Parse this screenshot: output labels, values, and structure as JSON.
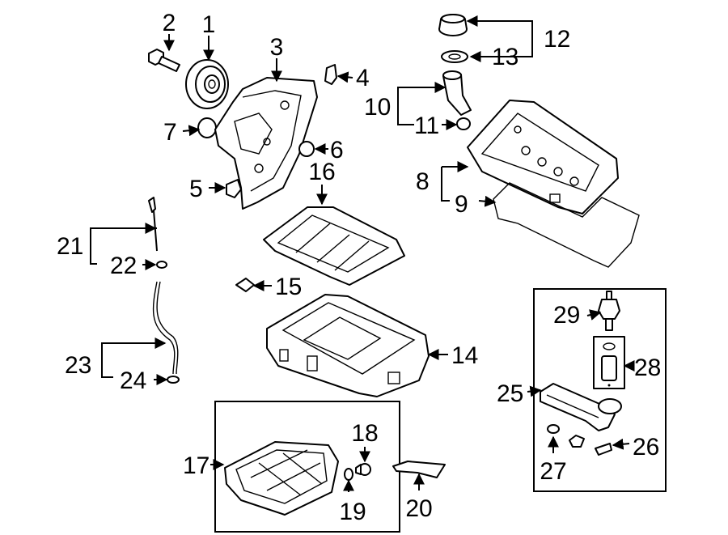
{
  "labels": {
    "l1": "1",
    "l2": "2",
    "l3": "3",
    "l4": "4",
    "l5": "5",
    "l6": "6",
    "l7": "7",
    "l8": "8",
    "l9": "9",
    "l10": "10",
    "l11": "11",
    "l12": "12",
    "l13": "13",
    "l14": "14",
    "l15": "15",
    "l16": "16",
    "l17": "17",
    "l18": "18",
    "l19": "19",
    "l20": "20",
    "l21": "21",
    "l22": "22",
    "l23": "23",
    "l24": "24",
    "l25": "25",
    "l26": "26",
    "l27": "27",
    "l28": "28",
    "l29": "29"
  }
}
